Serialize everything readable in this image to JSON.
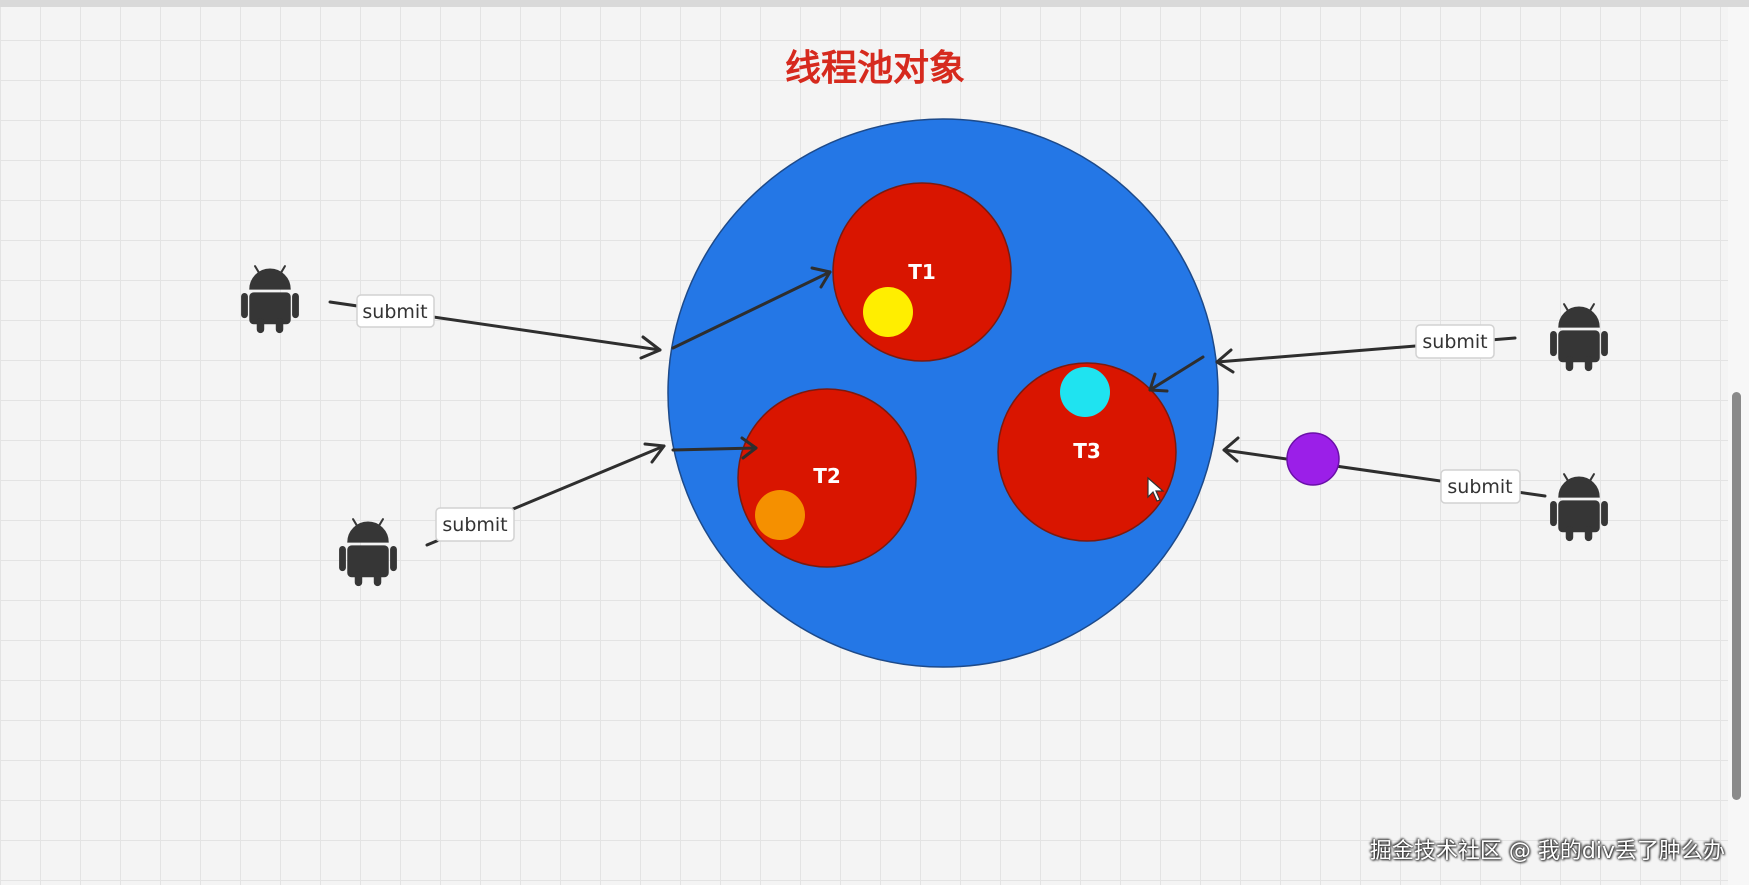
{
  "title": "线程池对象",
  "threads": [
    {
      "label": "T1",
      "task_color": "#ffee00"
    },
    {
      "label": "T2",
      "task_color": "#f59000"
    },
    {
      "label": "T3",
      "task_color": "#1fe3f0"
    }
  ],
  "submit_label": "submit",
  "pending_task_color": "#9b1fe8",
  "colors": {
    "pool": "#2477e6",
    "thread": "#d91500",
    "android": "#363636",
    "title": "#d62a1e"
  },
  "watermark": "掘金技术社区 @ 我的div丢了肿么办"
}
